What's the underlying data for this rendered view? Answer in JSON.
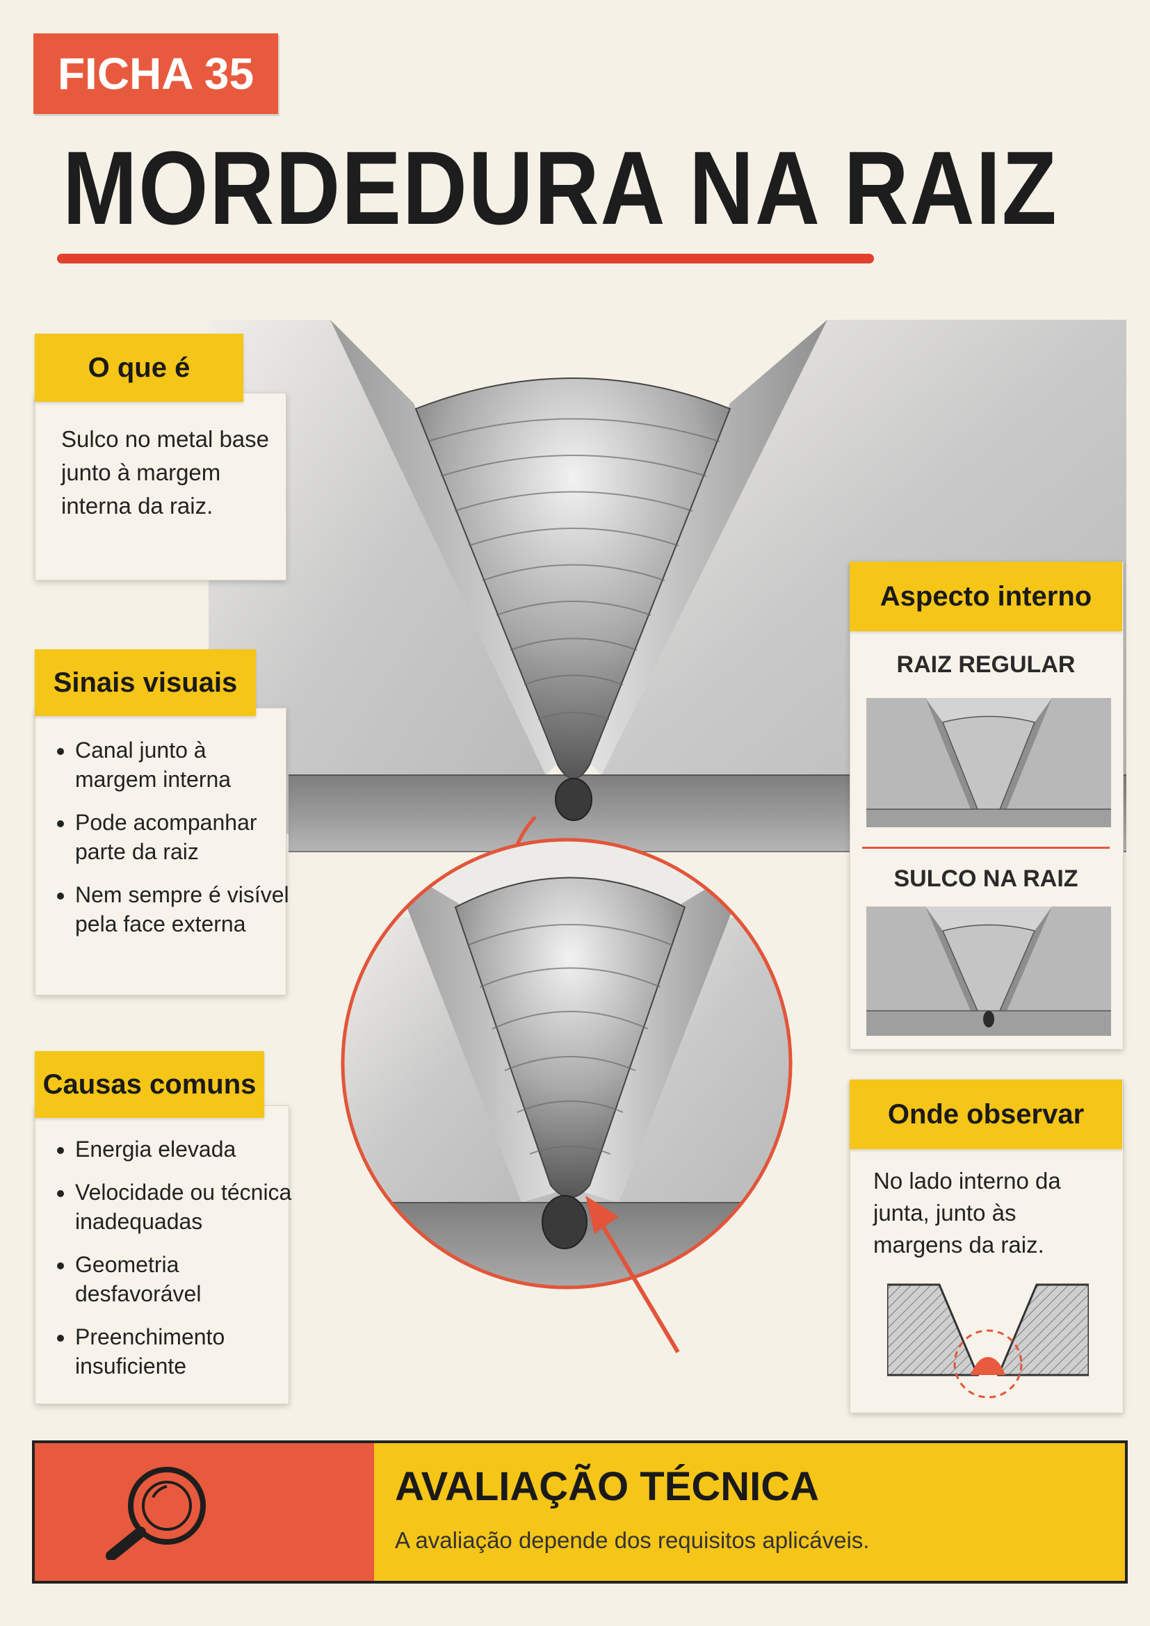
{
  "header": {
    "ficha_label": "FICHA 35",
    "title": "MORDEDURA NA RAIZ"
  },
  "what": {
    "heading": "O que é",
    "text": "Sulco no metal base junto à margem interna da raiz."
  },
  "signals": {
    "heading": "Sinais visuais",
    "items": [
      "Canal junto à margem interna",
      "Pode acompanhar parte da raiz",
      "Nem sempre é visível pela face externa"
    ]
  },
  "causes": {
    "heading": "Causas comuns",
    "items": [
      "Energia elevada",
      "Velocidade ou técnica inadequadas",
      "Geometria desfavorável",
      "Preenchimento insuficiente"
    ]
  },
  "internal": {
    "heading": "Aspecto interno",
    "regular_label": "RAIZ REGULAR",
    "groove_label": "SULCO NA RAIZ"
  },
  "observe": {
    "heading": "Onde observar",
    "text": "No lado interno da junta, junto às margens da raiz."
  },
  "assessment": {
    "title": "AVALIAÇÃO TÉCNICA",
    "text": "A avaliação depende dos requisitos aplicáveis.",
    "icon": "magnifier-icon"
  },
  "colors": {
    "accent_red": "#e85a3d",
    "accent_yellow": "#f5c518",
    "paper": "#f5f1e6"
  }
}
